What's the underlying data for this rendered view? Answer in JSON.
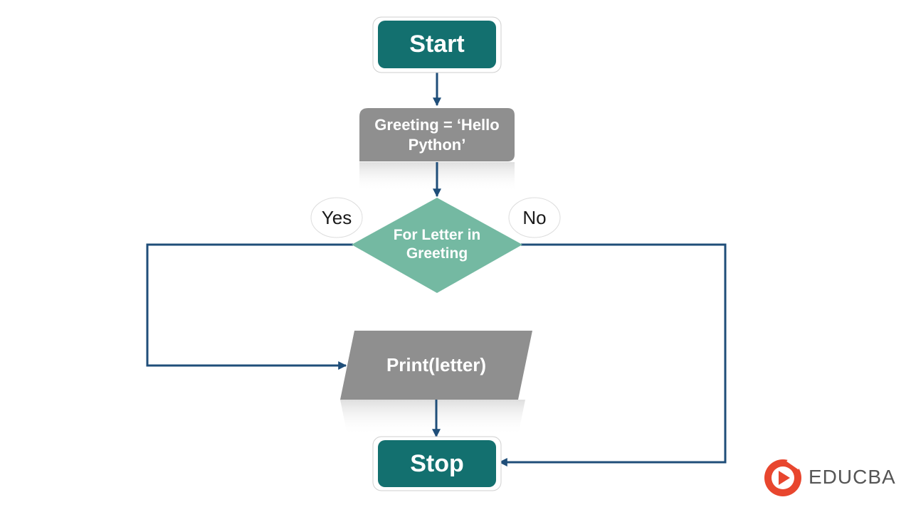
{
  "colors": {
    "terminal": "#13706f",
    "process": "#8f8f8f",
    "decision": "#74b9a2",
    "connector": "#1f4e79",
    "brand": "#e8462e"
  },
  "nodes": {
    "start": "Start",
    "assign_line1": "Greeting = ‘Hello",
    "assign_line2": "Python’",
    "decision_line1": "For Letter in",
    "decision_line2": "Greeting",
    "print": "Print(letter)",
    "stop": "Stop"
  },
  "branches": {
    "yes": "Yes",
    "no": "No"
  },
  "brand": {
    "name": "EDUCBA",
    "icon": "educba-logo-icon"
  }
}
